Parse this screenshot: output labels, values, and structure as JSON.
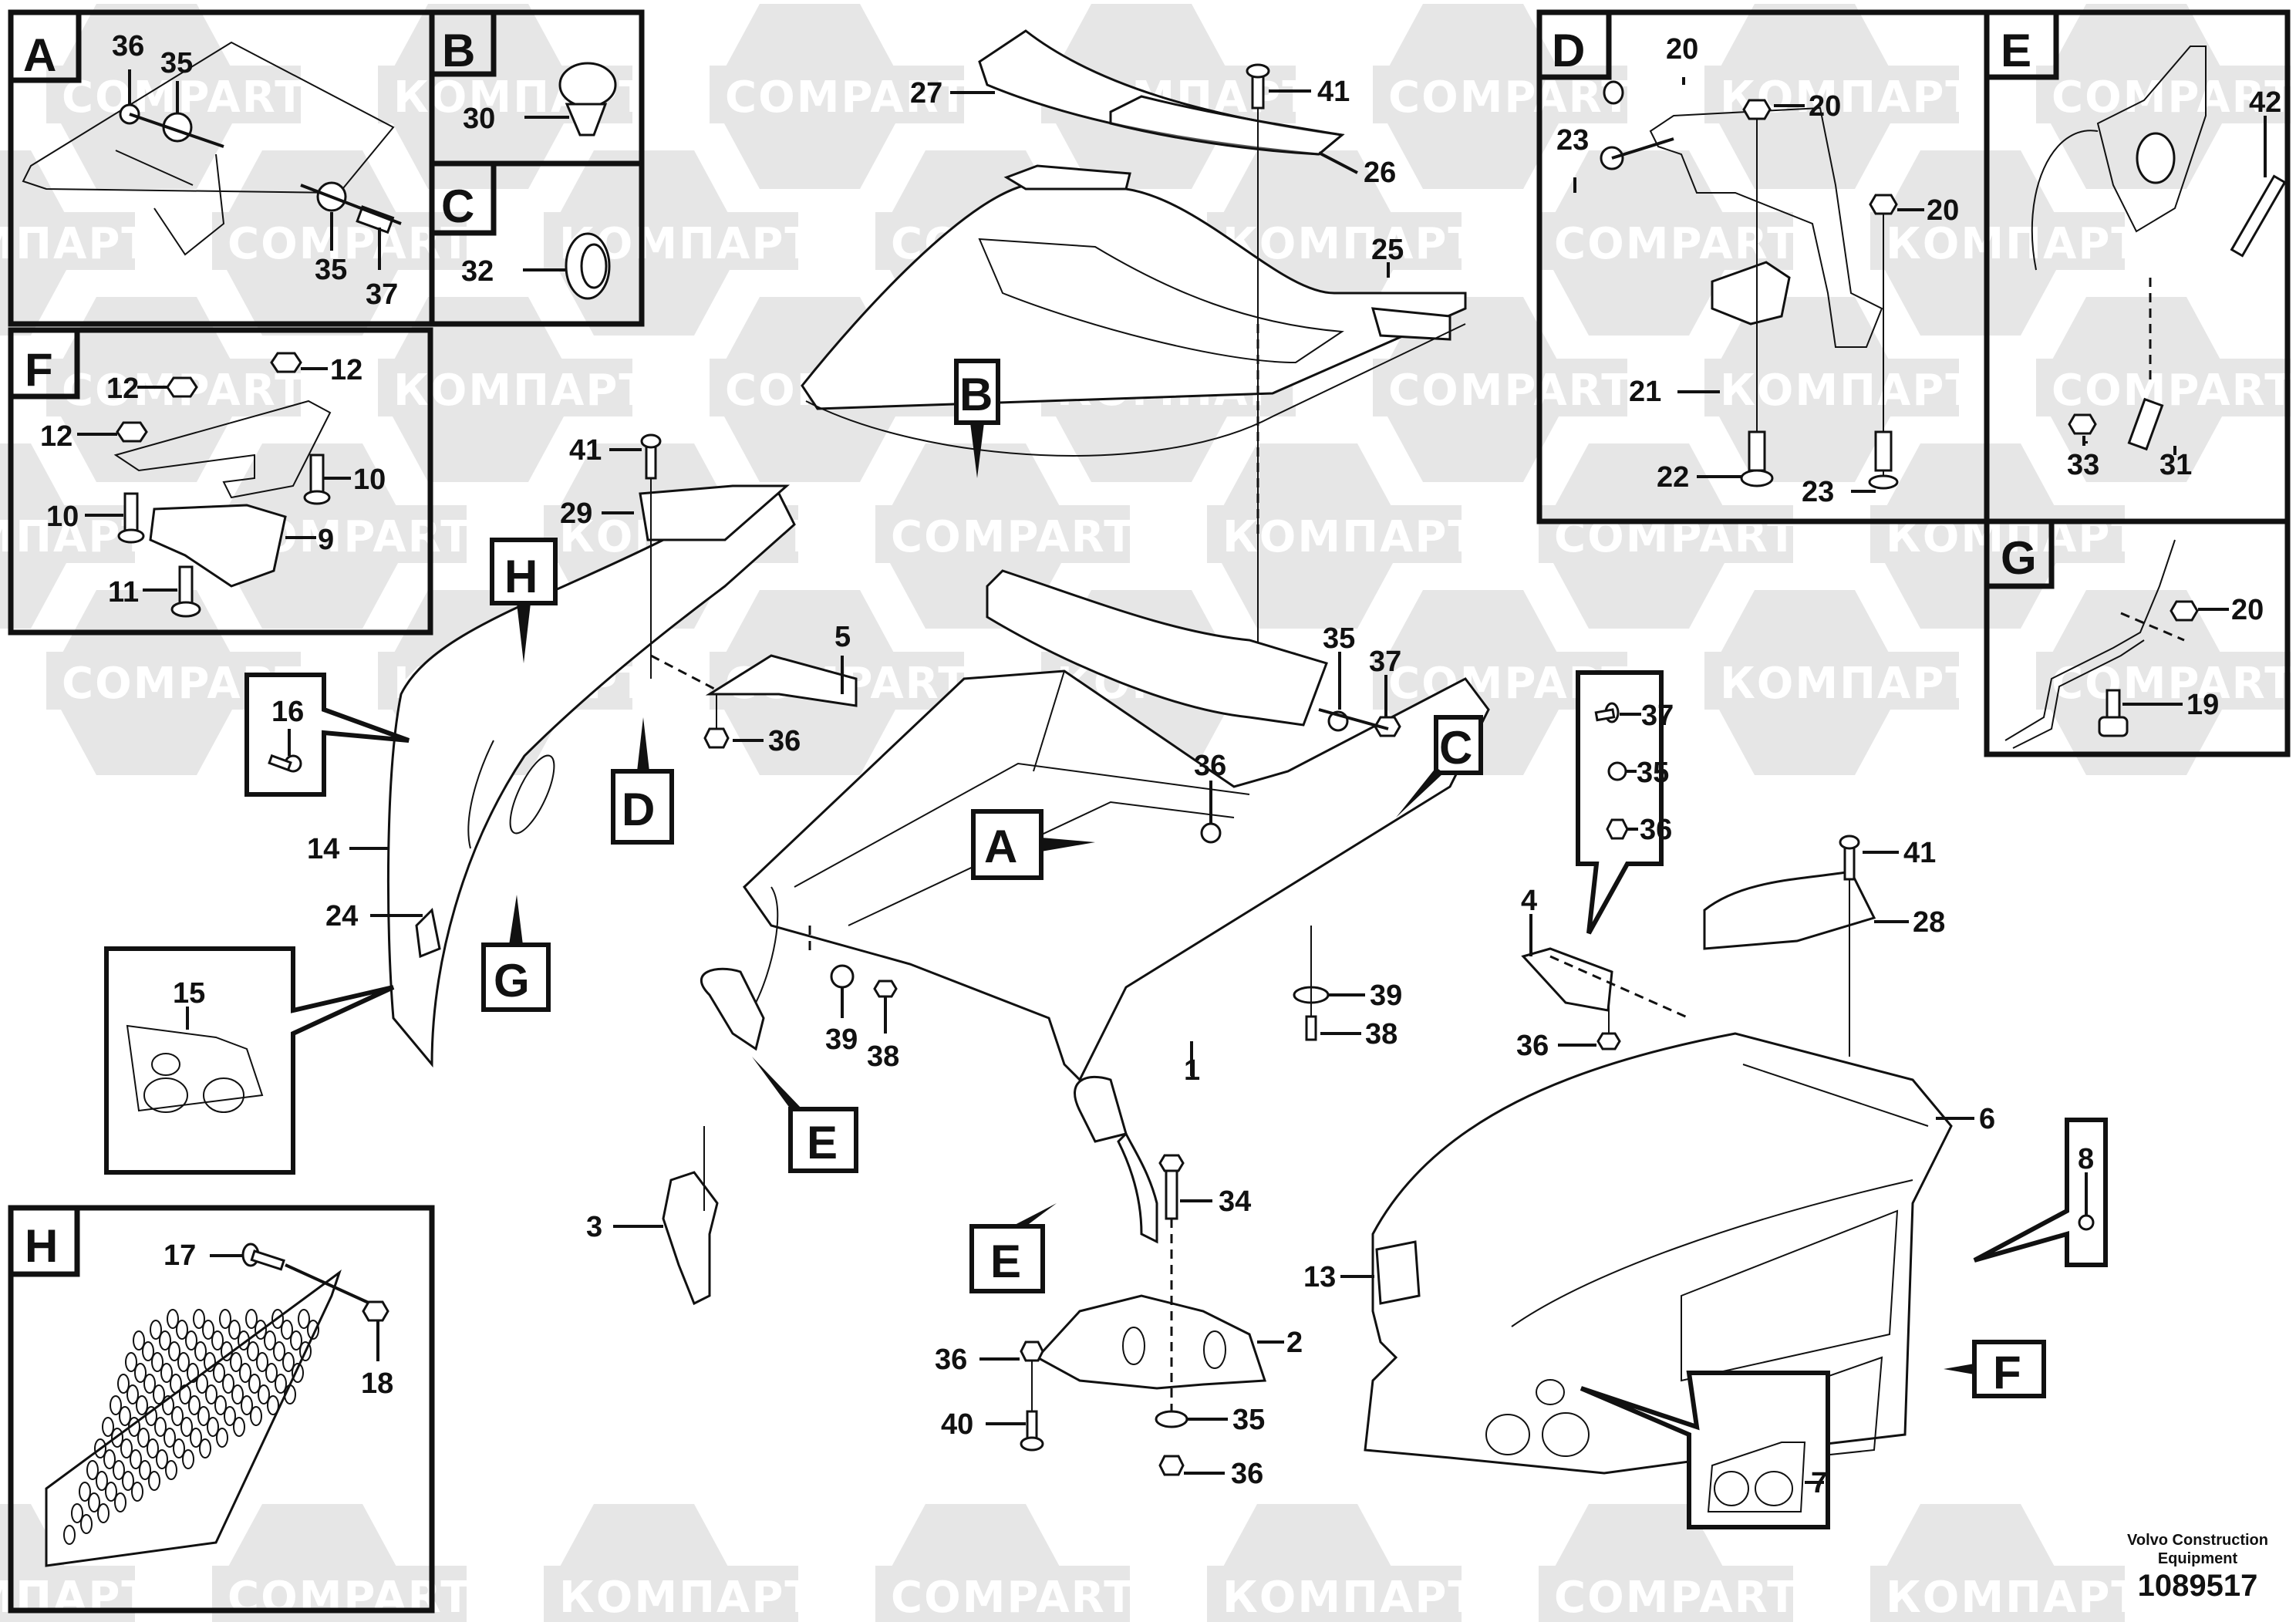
{
  "diagram": {
    "title": "Hood / front frame assembly exploded parts diagram",
    "watermark_texts": [
      "COMPART",
      "КОМПАРТ"
    ],
    "colors": {
      "line": "#111111",
      "watermark": "#e6e6e6",
      "background": "#ffffff"
    }
  },
  "detail_views": [
    {
      "id": "A",
      "callouts": [
        "36",
        "35",
        "35",
        "37"
      ]
    },
    {
      "id": "B",
      "callouts": [
        "30"
      ]
    },
    {
      "id": "C",
      "callouts": [
        "32"
      ]
    },
    {
      "id": "D",
      "callouts": [
        "20",
        "20",
        "20",
        "23",
        "21",
        "22",
        "23"
      ]
    },
    {
      "id": "E",
      "callouts": [
        "42",
        "33",
        "31"
      ]
    },
    {
      "id": "F",
      "callouts": [
        "12",
        "12",
        "12",
        "10",
        "10",
        "9",
        "11"
      ]
    },
    {
      "id": "G",
      "callouts": [
        "20",
        "19"
      ]
    },
    {
      "id": "H",
      "callouts": [
        "17",
        "18"
      ]
    }
  ],
  "main_callouts": [
    "27",
    "41",
    "26",
    "25",
    "41",
    "29",
    "5",
    "36",
    "35",
    "37",
    "36",
    "16",
    "14",
    "24",
    "15",
    "39",
    "38",
    "3",
    "1",
    "37",
    "35",
    "36",
    "4",
    "41",
    "28",
    "39",
    "38",
    "36",
    "6",
    "8",
    "34",
    "13",
    "36",
    "2",
    "40",
    "35",
    "36",
    "7"
  ],
  "reference_letters": [
    "B",
    "H",
    "D",
    "G",
    "A",
    "C",
    "E",
    "E",
    "F"
  ],
  "labels": {
    "A": "A",
    "B": "B",
    "C": "C",
    "D": "D",
    "E": "E",
    "F": "F",
    "G": "G",
    "H": "H",
    "n1": "1",
    "n2": "2",
    "n3": "3",
    "n4": "4",
    "n5": "5",
    "n6": "6",
    "n7": "7",
    "n8": "8",
    "n9": "9",
    "n10": "10",
    "n11": "11",
    "n12": "12",
    "n13": "13",
    "n14": "14",
    "n15": "15",
    "n16": "16",
    "n17": "17",
    "n18": "18",
    "n19": "19",
    "n20": "20",
    "n21": "21",
    "n22": "22",
    "n23": "23",
    "n24": "24",
    "n25": "25",
    "n26": "26",
    "n27": "27",
    "n28": "28",
    "n29": "29",
    "n30": "30",
    "n31": "31",
    "n32": "32",
    "n33": "33",
    "n34": "34",
    "n35": "35",
    "n36": "36",
    "n37": "37",
    "n38": "38",
    "n39": "39",
    "n40": "40",
    "n41": "41",
    "n42": "42"
  },
  "footer": {
    "brand_line1": "Volvo Construction",
    "brand_line2": "Equipment",
    "document_number": "1089517"
  }
}
